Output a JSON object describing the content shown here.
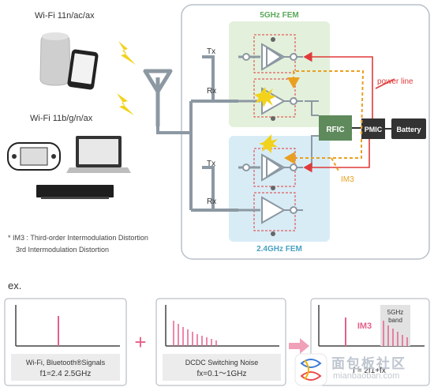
{
  "devices": {
    "top_label": "Wi-Fi 11n/ac/ax",
    "bottom_label": "Wi-Fi  11b/g/n/ax"
  },
  "fem_5g": {
    "title": "5GHz FEM",
    "tx": "Tx",
    "rx": "Rx"
  },
  "fem_24g": {
    "title": "2.4GHz FEM",
    "tx": "Tx",
    "rx": "Rx"
  },
  "blocks": {
    "rfic": "RFIC",
    "pmic": "PMIC",
    "battery": "Battery"
  },
  "annotations": {
    "power_line": "power line",
    "im3": "IM3"
  },
  "footnote": {
    "line1": "* IM3 : Third-order Intermodulation Distortion",
    "line2": "3rd Intermodulation Distortion"
  },
  "example": {
    "label": "ex.",
    "plus": "+",
    "panel1": {
      "caption": "Wi-Fi, Bluetooth®Signals",
      "formula": "f1=2.4 2.5GHz"
    },
    "panel2": {
      "caption": "DCDC Switching Noise",
      "formula": "fx=0.1～1GHz"
    },
    "panel3": {
      "im3_label": "IM3",
      "band_label_1": "5GHz",
      "band_label_2": "band",
      "formula": "f = 2f1+fx"
    }
  },
  "watermark": {
    "cn": "面包板社区",
    "url": "mianbaoban.com"
  },
  "colors": {
    "fem5_bg": "#e3f1dc",
    "fem24_bg": "#d8ecf6",
    "fem_title": "#4aa2c2",
    "fem5_title": "#5aa85a",
    "rfic": "#5f8a5c",
    "dark_block": "#333333",
    "red": "#e03a3a",
    "orange": "#e9a020",
    "pink": "#e6608a",
    "gray_line": "#8c98a2"
  }
}
